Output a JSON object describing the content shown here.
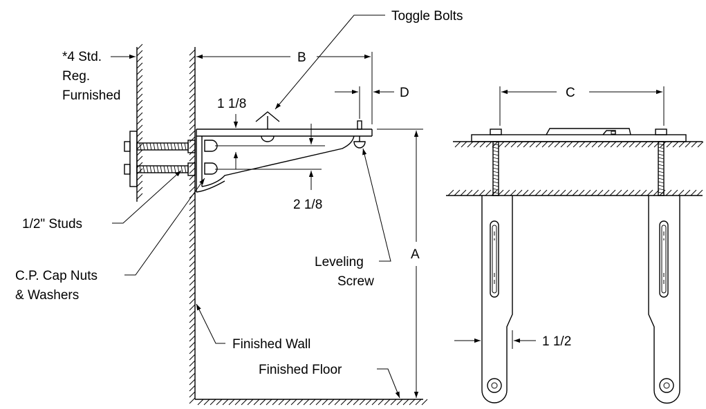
{
  "labels": {
    "toggle_bolts": "Toggle Bolts",
    "std_line1": "*4 Std.",
    "std_line2": "Reg.",
    "std_line3": "Furnished",
    "dim_b": "B",
    "dim_d": "D",
    "dim_c": "C",
    "dim_a": "A",
    "dim_1_1_8": "1 1/8",
    "dim_2_1_8": "2 1/8",
    "dim_1_1_2": "1 1/2",
    "studs": "1/2\" Studs",
    "cap_nuts_line1": "C.P. Cap Nuts",
    "cap_nuts_line2": "& Washers",
    "leveling_line1": "Leveling",
    "leveling_line2": "Screw",
    "finished_wall": "Finished Wall",
    "finished_floor": "Finished Floor"
  }
}
